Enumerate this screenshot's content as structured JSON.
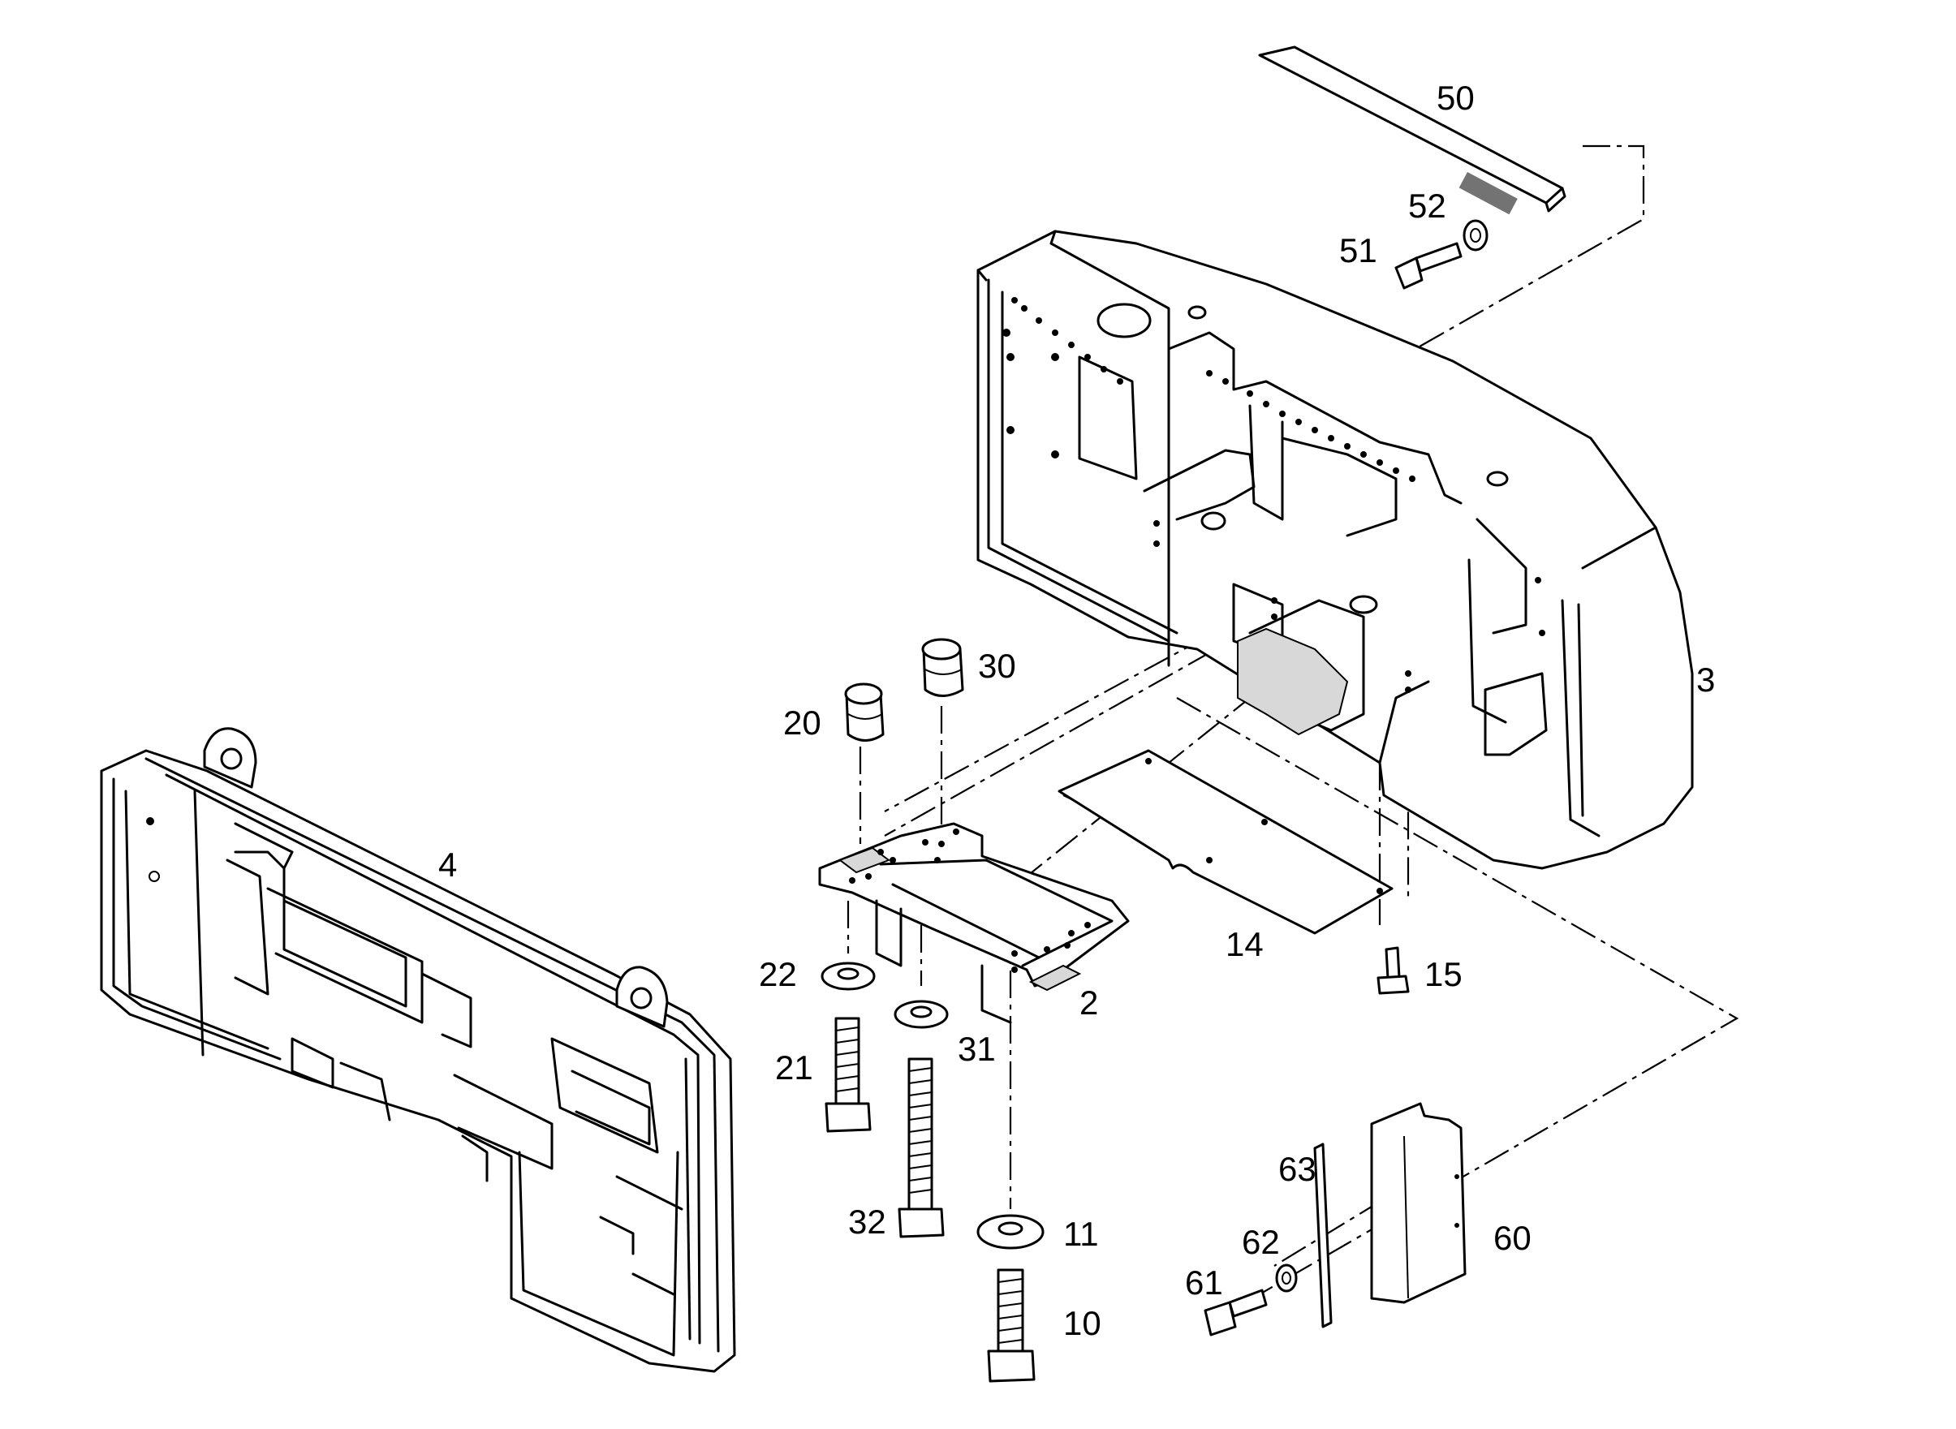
{
  "diagram": {
    "callouts": [
      {
        "id": "50",
        "text": "50"
      },
      {
        "id": "52",
        "text": "52"
      },
      {
        "id": "51",
        "text": "51"
      },
      {
        "id": "3",
        "text": "3"
      },
      {
        "id": "30",
        "text": "30"
      },
      {
        "id": "20",
        "text": "20"
      },
      {
        "id": "4",
        "text": "4"
      },
      {
        "id": "14",
        "text": "14"
      },
      {
        "id": "15",
        "text": "15"
      },
      {
        "id": "22",
        "text": "22"
      },
      {
        "id": "2",
        "text": "2"
      },
      {
        "id": "31",
        "text": "31"
      },
      {
        "id": "21",
        "text": "21"
      },
      {
        "id": "32",
        "text": "32"
      },
      {
        "id": "11",
        "text": "11"
      },
      {
        "id": "10",
        "text": "10"
      },
      {
        "id": "63",
        "text": "63"
      },
      {
        "id": "62",
        "text": "62"
      },
      {
        "id": "61",
        "text": "61"
      },
      {
        "id": "60",
        "text": "60"
      }
    ]
  }
}
